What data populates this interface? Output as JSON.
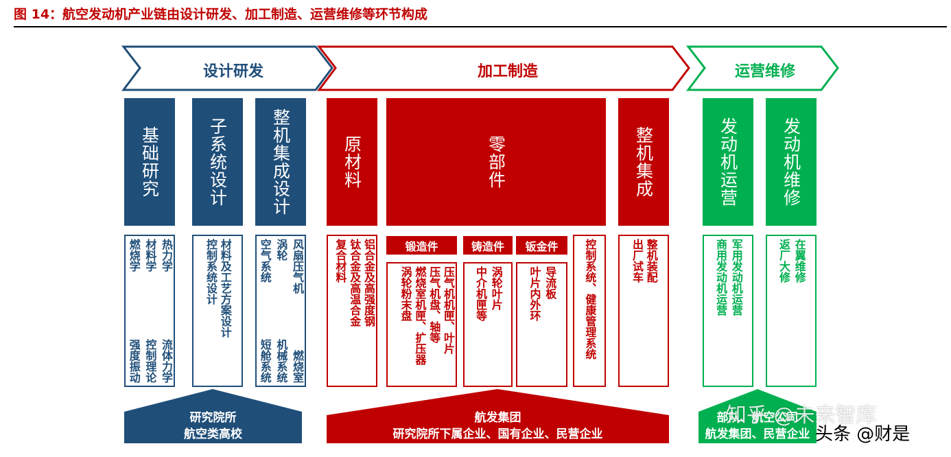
{
  "figure_title": "图 14：航空发动机产业链由设计研发、加工制造、运营维修等环节构成",
  "stages": {
    "design": "设计研发",
    "manufacturing": "加工制造",
    "operation": "运营维修"
  },
  "colors": {
    "blue": "#1f4e79",
    "red": "#c00000",
    "green": "#00b050",
    "title_red": "#c00000"
  },
  "columns": {
    "basic_research": "基础研究",
    "subsystem_design": "子系统设计",
    "integration_design": "整机集成设计",
    "raw_materials": "原材料",
    "components": "零部件",
    "integration": "整机集成",
    "engine_operation": "发动机运营",
    "engine_maintenance": "发动机维修"
  },
  "details": {
    "basic_research": {
      "top": [
        "热力学",
        "材料学",
        "燃烧学"
      ],
      "bottom": [
        "流体力学",
        "控制理论",
        "强度振动"
      ]
    },
    "subsystem_design": [
      "材料及工艺方案设计",
      "控制系统设计"
    ],
    "integration_design": {
      "top": [
        "风扇压气机",
        "涡轮",
        "空气系统"
      ],
      "bottom": [
        "燃烧室",
        "机械系统",
        "短舱系统"
      ]
    },
    "raw_materials": [
      "铝合金及高强度钢",
      "钛合金及高温合金",
      "复合材料"
    ],
    "forgings": {
      "label": "锻造件",
      "items": [
        "压气机机匣、叶片",
        "压气机盘、轴等",
        "燃烧室机匣、扩压器",
        "涡轮粉末盘"
      ]
    },
    "castings": {
      "label": "铸造件",
      "items": [
        "涡轮叶片",
        "中介机匣等"
      ]
    },
    "sheet_metal": {
      "label": "钣金件",
      "items": [
        "导流板",
        "叶片内外环"
      ]
    },
    "control_system": "控制系统、健康管理系统",
    "integration": [
      "整机装配",
      "出厂试车"
    ],
    "engine_operation": [
      "军用发动机运营",
      "商用发动机运营"
    ],
    "engine_maintenance": [
      "在翼维修",
      "返厂大修"
    ]
  },
  "bases": {
    "design": [
      "研究院所",
      "航空类高校"
    ],
    "manufacturing": [
      "航发集团",
      "研究院所下属企业、国有企业、民营企业"
    ],
    "operation": [
      "部队、航空公司",
      "航发集团、民营企业"
    ]
  },
  "watermarks": {
    "zhihu": "知乎 @未来智库",
    "toutiao": "头条 @财是"
  }
}
